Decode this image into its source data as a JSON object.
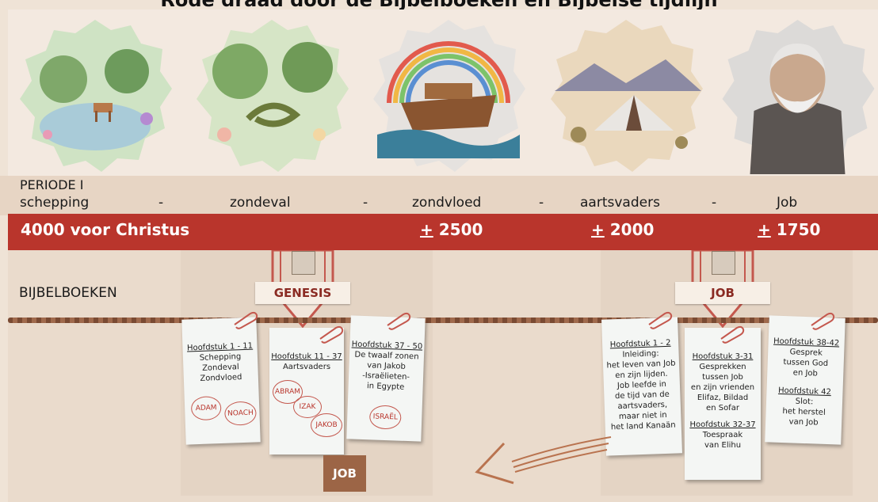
{
  "title": "Rode draad door de Bijbelboeken en Bijbelse tijdlijn",
  "labels_row": {
    "periode": "PERIODE I",
    "schepping": "schepping",
    "sep": "-",
    "zondeval": "zondeval",
    "zondvloed": "zondvloed",
    "aartsvaders": "aartsvaders",
    "job": "Job"
  },
  "timeline_band": {
    "start": "4000 voor Christus",
    "d1": "2500",
    "d2": "2000",
    "d3": "1750",
    "approx": "+"
  },
  "bijbelboeken_label": "BIJBELBOEKEN",
  "banners": {
    "genesis": "GENESIS",
    "job": "JOB"
  },
  "cards": {
    "g1": {
      "heading": "Hoofdstuk 1 - 11",
      "lines": [
        "Schepping",
        "Zondeval",
        "Zondvloed"
      ],
      "names": [
        "ADAM",
        "NOACH"
      ]
    },
    "g2": {
      "heading": "Hoofdstuk 11 - 37",
      "lines": [
        "Aartsvaders"
      ],
      "names": [
        "ABRAM",
        "IZAK",
        "JAKOB"
      ]
    },
    "g3": {
      "heading": "Hoofdstuk 37 - 50",
      "lines": [
        "De twaalf zonen",
        "van Jakob",
        "-Israëlieten-",
        "in Egypte"
      ],
      "names": [
        "ISRAËL"
      ]
    },
    "j1": {
      "heading": "Hoofdstuk 1 - 2",
      "lines": [
        "Inleiding:",
        "het leven van Job",
        "en zijn lijden.",
        "Job leefde in",
        "de tijd van de",
        "aartsvaders,",
        "maar niet in",
        "het land Kanaän"
      ]
    },
    "j2": {
      "heading": "Hoofdstuk 3-31",
      "lines": [
        "Gesprekken",
        "tussen Job",
        "en zijn vrienden",
        "Elifaz, Bildad",
        "en Sofar"
      ],
      "heading2": "Hoofdstuk 32-37",
      "lines2": [
        "Toespraak",
        "van Elihu"
      ]
    },
    "j3": {
      "heading": "Hoofdstuk 38-42",
      "lines": [
        "Gesprek",
        "tussen God",
        "en Job"
      ],
      "heading2": "Hoofdstuk 42",
      "lines2": [
        "Slot:",
        "het herstel",
        "van Job"
      ]
    }
  },
  "job_box": "JOB",
  "colors": {
    "band": "#b9352c",
    "accent": "#c4584e",
    "rope": "#7a4a32",
    "jobbox": "#9c6546"
  }
}
